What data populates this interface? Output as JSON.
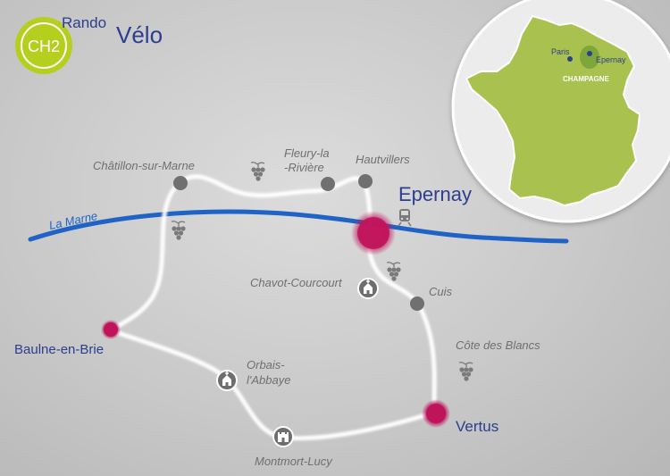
{
  "brand": {
    "badge": "CH2",
    "word1": "Rando",
    "word2": "Vélo",
    "badge_color": "#b5cf1e",
    "title_color": "#2b3e8f"
  },
  "river": {
    "name": "La Marne",
    "color": "#1f63c7"
  },
  "places": {
    "epernay": "Epernay",
    "vertus": "Vertus",
    "baulne": "Baulne-en-Brie",
    "chatillon": "Châtillon-sur-Marne",
    "fleury_line1": "Fleury-la",
    "fleury_line2": "-Rivière",
    "hautvillers": "Hautvillers",
    "chavot": "Chavot-Courcourt",
    "cuis": "Cuis",
    "cote": "Côte des Blancs",
    "orbais_line1": "Orbais-",
    "orbais_line2": "l'Abbaye",
    "montmort": "Montmort-Lucy"
  },
  "inset": {
    "paris": "Paris",
    "epernay": "Epernay",
    "region": "CHAMPAGNE",
    "land_color": "#a9c24f",
    "highlight_color": "#7fa63a"
  },
  "colors": {
    "town_major": "#c0145a",
    "town_minor": "#707070",
    "route": "#ffffff",
    "icon": "#7a7a7a"
  },
  "icons": {
    "vineyard": "vineyard-icon",
    "church": "church-icon",
    "castle": "castle-icon",
    "train": "train-icon"
  }
}
